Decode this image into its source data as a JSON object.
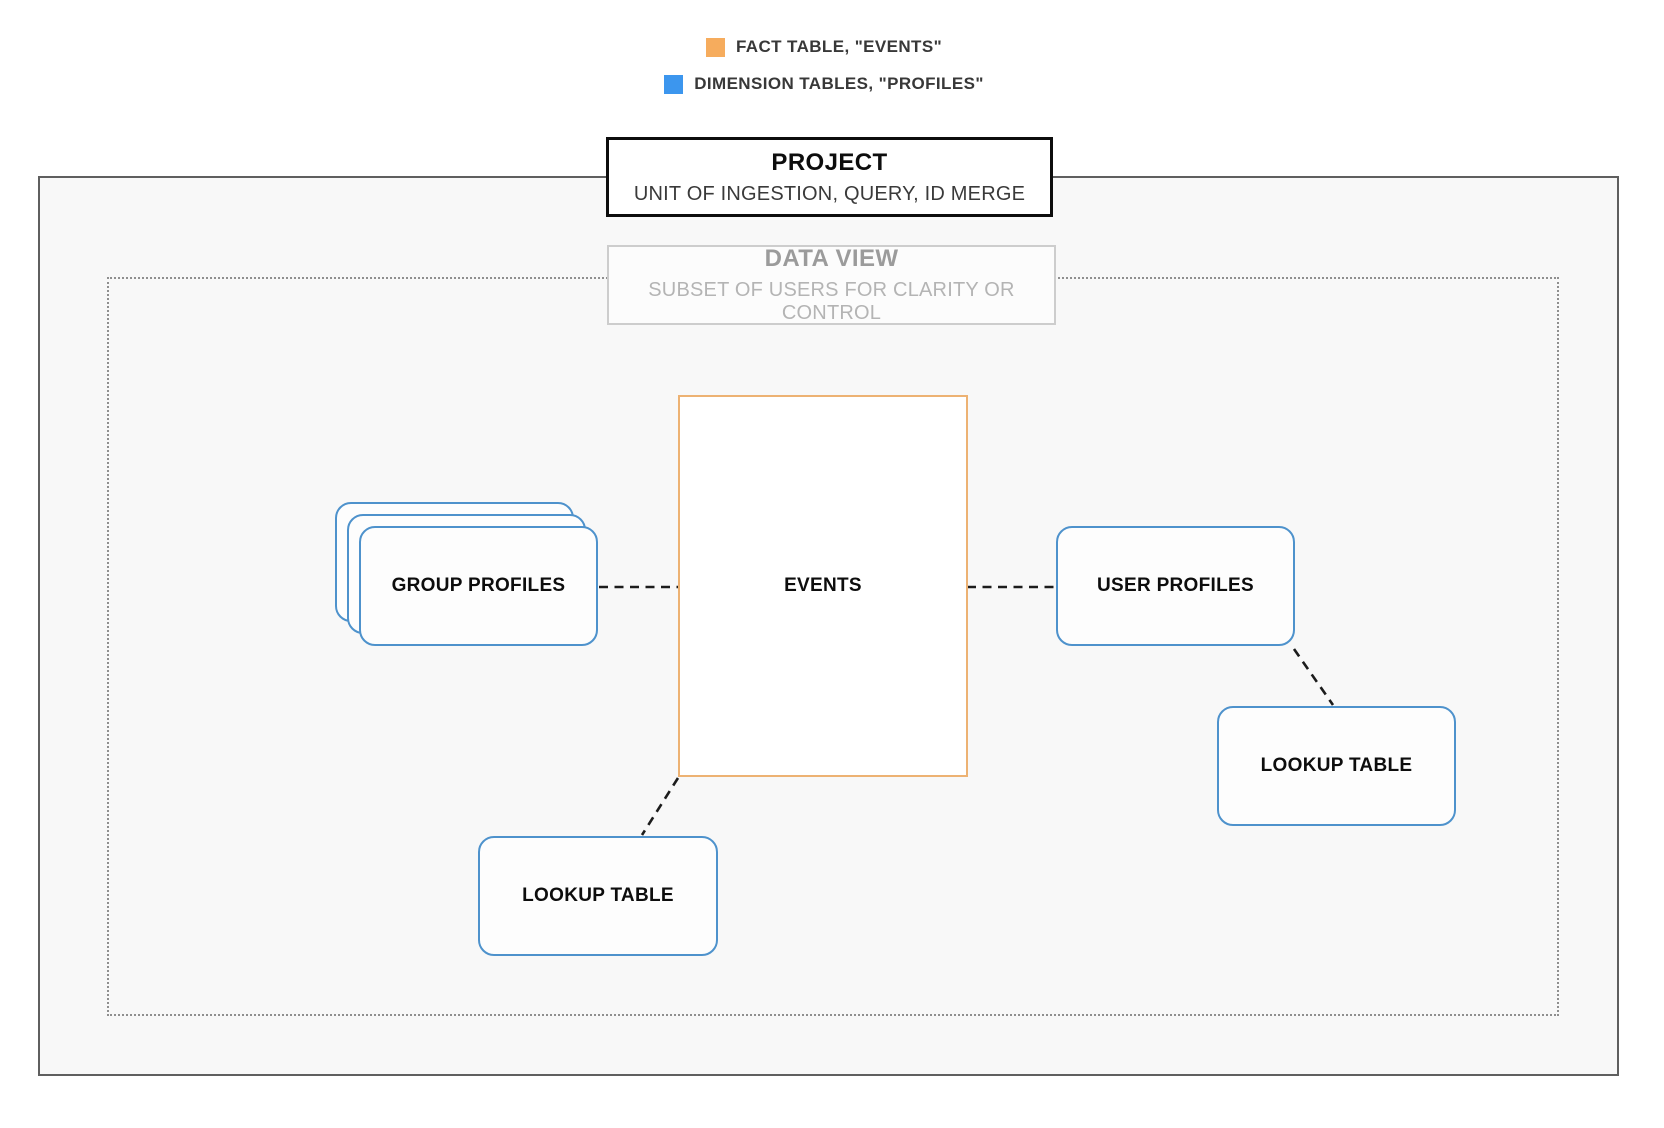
{
  "legend": {
    "items": [
      {
        "label": "FACT TABLE, \"EVENTS\"",
        "color": "#F6AC5D"
      },
      {
        "label": "DIMENSION TABLES, \"PROFILES\"",
        "color": "#3C96EE"
      }
    ]
  },
  "project": {
    "title": "PROJECT",
    "subtitle": "UNIT OF INGESTION, QUERY, ID MERGE"
  },
  "data_view": {
    "title": "DATA VIEW",
    "subtitle": "SUBSET OF USERS FOR CLARITY OR CONTROL"
  },
  "nodes": {
    "events": {
      "label": "EVENTS"
    },
    "group_profiles": {
      "label": "GROUP PROFILES"
    },
    "user_profiles": {
      "label": "USER PROFILES"
    },
    "lookup_table_right": {
      "label": "LOOKUP TABLE"
    },
    "lookup_table_bottom": {
      "label": "LOOKUP TABLE"
    }
  },
  "colors": {
    "fact_fill": "#F6AC5D",
    "dimension_fill": "#3C96EE",
    "fact_border": "#EDB273",
    "dimension_border": "#4E92CC"
  }
}
